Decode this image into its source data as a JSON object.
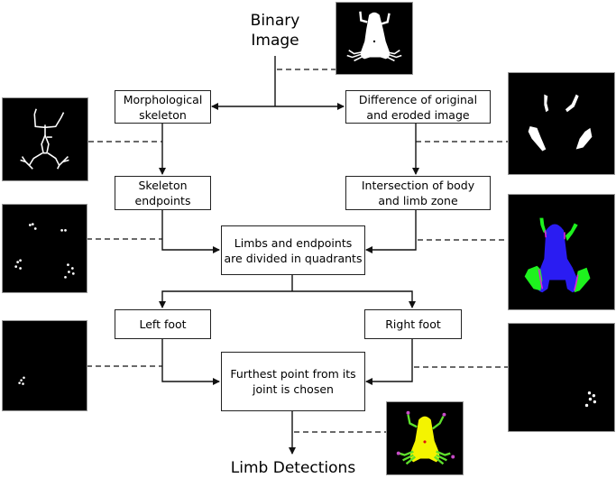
{
  "diagram": {
    "start_label": [
      "Binary",
      "Image"
    ],
    "end_label": "Limb Detections",
    "steps": {
      "morphological_skeleton": [
        "Morphological",
        "skeleton"
      ],
      "difference": [
        "Difference of original",
        "and eroded image"
      ],
      "skeleton_endpoints": [
        "Skeleton",
        "endpoints"
      ],
      "intersection": [
        "Intersection of body",
        "and limb zone"
      ],
      "quadrants": [
        "Limbs and endpoints",
        "are divided in quadrants"
      ],
      "left_foot": [
        "Left foot"
      ],
      "right_foot": [
        "Right foot"
      ],
      "furthest_point": [
        "Furthest point from its",
        "joint is chosen"
      ]
    },
    "images": [
      {
        "id": "binary-image",
        "description": "white frog silhouette on black"
      },
      {
        "id": "skeleton-image",
        "description": "white morphological skeleton lines on black"
      },
      {
        "id": "difference-image",
        "description": "four white limb fragments on black"
      },
      {
        "id": "endpoints-image",
        "description": "white endpoint dots in four clusters on black"
      },
      {
        "id": "intersection-image",
        "description": "blue body, green limbs, magenta junctions on black"
      },
      {
        "id": "left-foot-points-image",
        "description": "few white dots bottom-left on black"
      },
      {
        "id": "right-foot-points-image",
        "description": "few white dots bottom-right on black"
      },
      {
        "id": "limb-detections-image",
        "description": "yellow/green frog with magenta limb tips and red center"
      }
    ],
    "colors": {
      "body_blue": "#2a1cf2",
      "limb_green": "#1ef21e",
      "junction_magenta": "#e01ee0",
      "frog_yellow": "#f4f400",
      "tip_magenta": "#c84cc8",
      "center_red": "#e01010"
    }
  }
}
